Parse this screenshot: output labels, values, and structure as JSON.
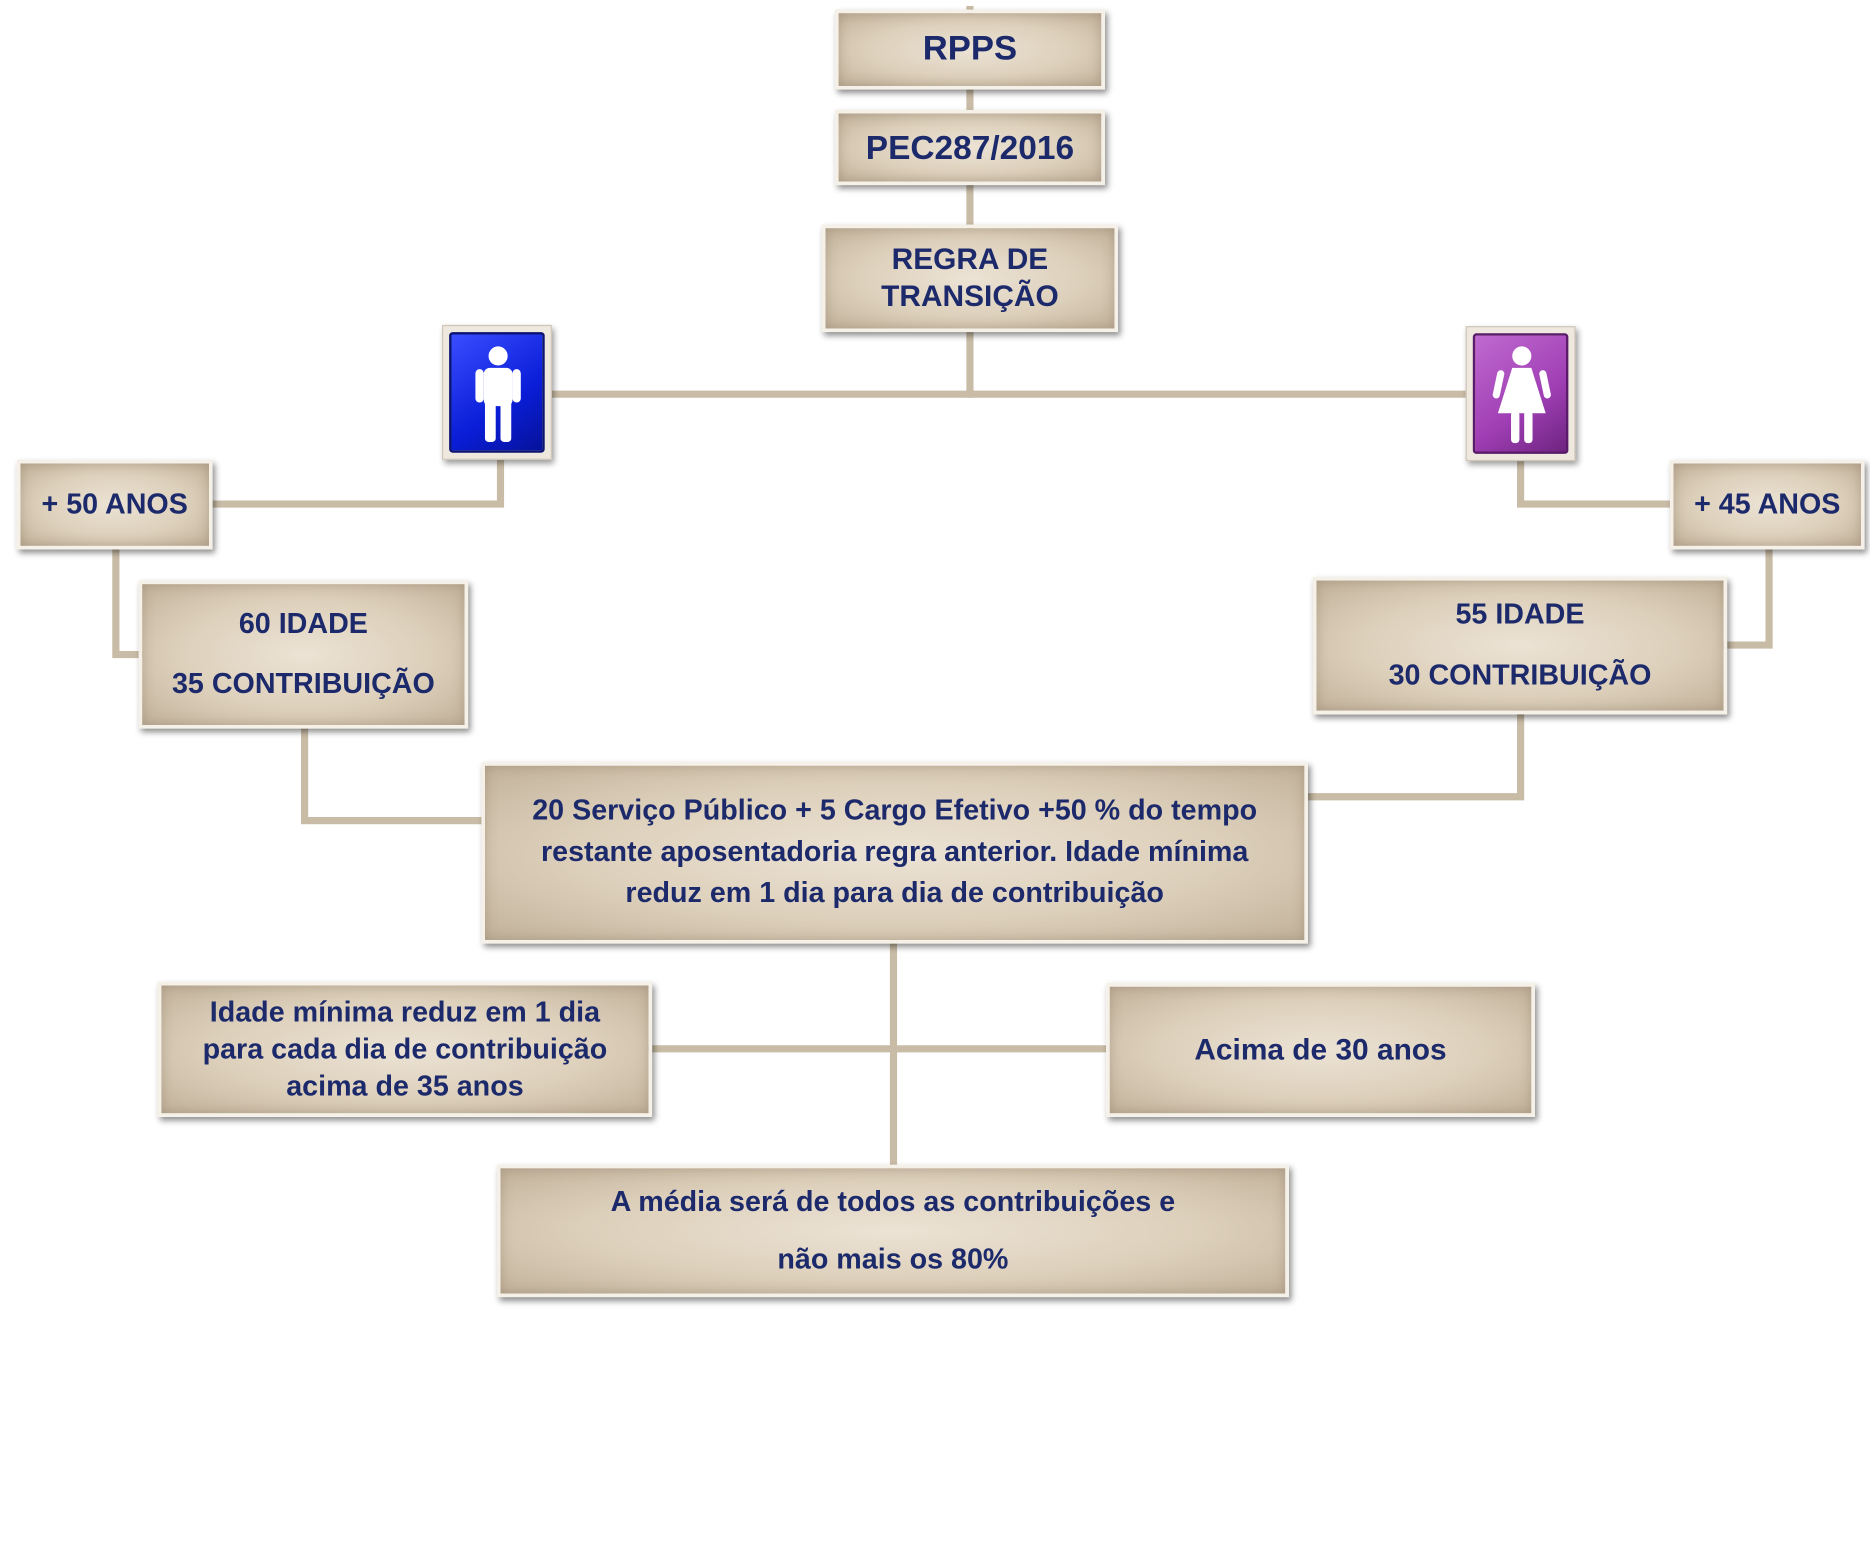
{
  "diagram": {
    "rpps": "RPPS",
    "pec": "PEC287/2016",
    "regra": [
      "REGRA DE",
      "TRANSIÇÃO"
    ],
    "man_icon": "male-figure-icon",
    "woman_icon": "female-figure-icon",
    "man_age": "+ 50 ANOS",
    "woman_age": "+ 45 ANOS",
    "man_req": [
      "60 IDADE",
      "35 CONTRIBUIÇÃO"
    ],
    "woman_req": [
      "55 IDADE",
      "30 CONTRIBUIÇÃO"
    ],
    "central": [
      "20 Serviço Público + 5 Cargo Efetivo +50 % do tempo",
      "restante aposentadoria regra anterior. Idade mínima",
      "reduz em 1 dia para dia de  contribuição"
    ],
    "left_note": [
      "Idade mínima reduz em 1 dia",
      "para cada dia de contribuição",
      "acima de 35 anos"
    ],
    "right_note": "Acima de 30 anos",
    "bottom": [
      "A média será de todos as contribuições e",
      "não mais os 80%"
    ],
    "colors": {
      "text": "#1c2a6b",
      "box": "#ddd0bb",
      "connector": "#c9bca6",
      "man": "#0a1ed8",
      "woman": "#9f3eb4"
    }
  }
}
